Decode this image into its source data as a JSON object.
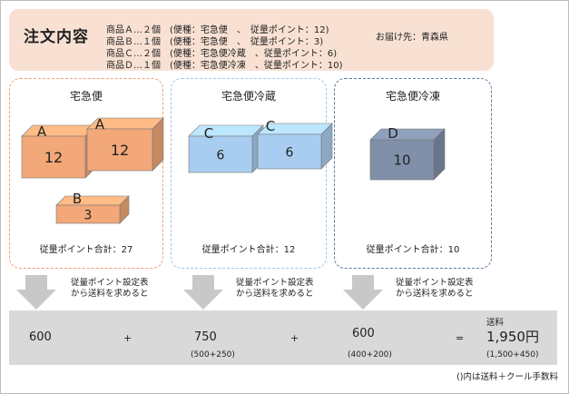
{
  "order": {
    "title": "注文内容",
    "lines": [
      "商品Ａ…２個　(便種：宅急便　、　従量ポイント：12)",
      "商品Ｂ…１個　(便種：宅急便　、　従量ポイント：3)",
      "商品Ｃ…２個　(便種：宅急便冷蔵　、従量ポイント：6)",
      "商品Ｄ…１個　(便種：宅急便冷凍　、従量ポイント：10)"
    ],
    "delivery": "お届け先：青森県"
  },
  "groups": [
    {
      "title": "宅急便",
      "sum": "従量ポイント合計：27"
    },
    {
      "title": "宅急便冷蔵",
      "sum": "従量ポイント合計：12"
    },
    {
      "title": "宅急便冷凍",
      "sum": "従量ポイント合計：10"
    }
  ],
  "packages": {
    "A": {
      "letter": "A",
      "points": "12",
      "color": "#f2a878"
    },
    "B": {
      "letter": "B",
      "points": "3",
      "color": "#f2a878"
    },
    "C": {
      "letter": "C",
      "points": "6",
      "color": "#a9cdf0"
    },
    "D": {
      "letter": "D",
      "points": "10",
      "color": "#8090a8"
    }
  },
  "arrow_note": [
    "従量ポイント設定表",
    "から送料を求めると"
  ],
  "calc": {
    "v1": "600",
    "plus1": "+",
    "v2": "750",
    "v2_sub": "(500+250)",
    "plus2": "+",
    "v3": "600",
    "v3_sub": "(400+200)",
    "eq": "=",
    "total_label": "送料",
    "total": "1,950円",
    "total_sub": "(1,500+450)"
  },
  "footnote": "()内は送料＋クール手数料"
}
